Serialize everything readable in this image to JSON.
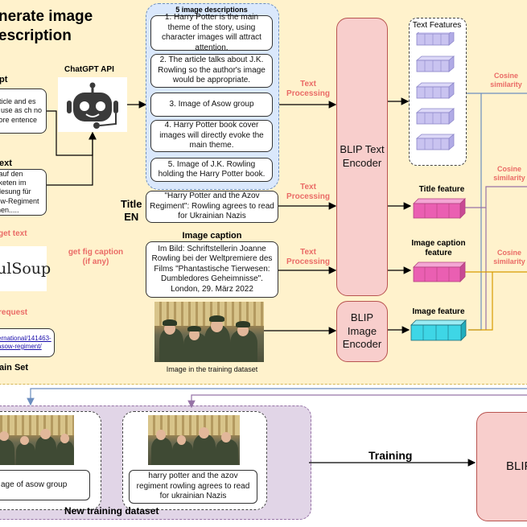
{
  "header": {
    "title_line1": "nerate image",
    "title_line2": "escription"
  },
  "descriptions": {
    "title": "5 image descriptions",
    "items": [
      "1. Harry Potter is the main theme of the story, using character images will attract attention.",
      "2. The article talks about J.K. Rowling so the author's image would be appropriate.",
      "3. Image of Asow group",
      "4. Harry Potter book cover images will directly evoke the main theme.",
      "5.  Image of J.K. Rowling holding the Harry Potter book."
    ]
  },
  "chatgpt": {
    "label": "ChatGPT API",
    "icon": "robot-icon"
  },
  "left_panel": {
    "prompt_label": "pt",
    "prompt_text": "article and es to use as ch no more entence",
    "text_label": "ext",
    "text_text": "n auf den taketen im urlesung für sow-Regiment onen.....",
    "get_text_label": "get text",
    "logo_text": "ulSoup",
    "request_label": "request",
    "link_text_1": "ernational/141463-",
    "link_text_2": "asow-regiment/",
    "train_set_label": "ain Set"
  },
  "title_en": {
    "label_line1": "Title",
    "label_line2": "EN",
    "text": "\"Harry Potter and the Azov Regiment\": Rowling agrees to read for Ukrainian Nazis"
  },
  "caption": {
    "heading": "Image caption",
    "get_label": "get fig caption (if any)",
    "text": "Im Bild: Schriftstellerin Joanne Rowling bei der Weltpremiere des Films \"Phantastische Tierwesen: Dumbledores Geheimnisse\". London, 29. März 2022"
  },
  "photo_caption": "Image in the training dataset",
  "text_processing": [
    "Text Processing",
    "Text Processing",
    "Text Processing"
  ],
  "encoders": {
    "text": "BLIP Text Encoder",
    "image": "BLIP Image Encoder",
    "partial": "BLIP"
  },
  "features": {
    "text_features": "Text Features",
    "title_feature": "Title feature",
    "caption_feature": "Image caption feature",
    "image_feature": "Image feature"
  },
  "cosine": [
    "Cosine similarity",
    "Cosine similarity",
    "Cosine similarity"
  ],
  "new_dataset": {
    "label": "New training dataset",
    "card1_text": "age of asow group",
    "card2_text": "harry potter and the azov regiment rowling agrees to read for ukrainian Nazis",
    "training_label": "Training"
  },
  "colors": {
    "top_bg": "#fff2cc",
    "bottom_bg": "#e1d5e7",
    "encoder_fill": "#f8cecc",
    "text_feat": "#c9c3f0",
    "title_feat": "#ea5fb2",
    "image_feat": "#3ed6e6",
    "arrow_blue": "#6c8ebf",
    "arrow_purple": "#9673a6",
    "arrow_orange": "#d79b00"
  }
}
